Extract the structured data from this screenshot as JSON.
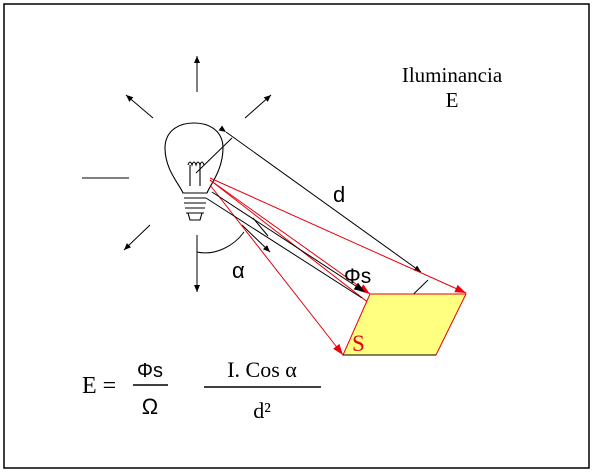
{
  "title": {
    "line1": "Iluminancia",
    "line2": "E"
  },
  "labels": {
    "distance": "d",
    "angle": "α",
    "flux": "Φs",
    "surface": "S"
  },
  "formula": {
    "lhs": "E =",
    "frac1_num": "Φs",
    "frac1_den": "Ω",
    "frac2_num": "I. Cos α",
    "frac2_den": "d²"
  },
  "colors": {
    "ray": "#e8000b",
    "surface_fill": "#ffff80",
    "surface_stroke": "#e8000b",
    "ink": "#000000"
  },
  "icons": [
    "light-bulb-icon"
  ]
}
